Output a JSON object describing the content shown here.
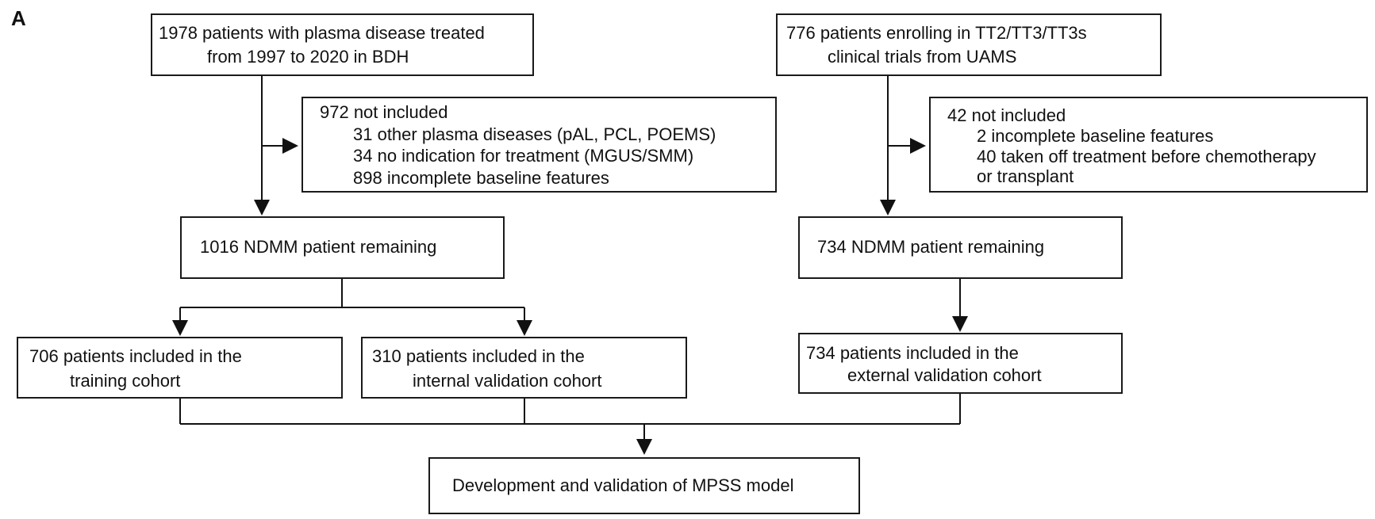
{
  "panel_label": "A",
  "left": {
    "source": [
      "1978 patients with plasma disease treated",
      "from 1997 to 2020  in BDH"
    ],
    "excluded": {
      "title": "972 not included",
      "items": [
        "31 other plasma diseases (pAL, PCL, POEMS)",
        "34 no indication  for treatment (MGUS/SMM)",
        "898 incomplete baseline features"
      ]
    },
    "remaining": "1016 NDMM  patient  remaining",
    "training": [
      "706 patients included  in the",
      "training  cohort"
    ],
    "internal": [
      "310 patients included  in the",
      "internal validation  cohort"
    ]
  },
  "right": {
    "source": [
      "776 patients enrolling  in TT2/TT3/TT3s",
      "clinical trials from UAMS"
    ],
    "excluded": {
      "title": "42 not included",
      "items": [
        "2 incomplete baseline features",
        "40 taken off treatment before chemotherapy",
        "or transplant"
      ]
    },
    "remaining": "734 NDMM  patient  remaining",
    "external": [
      "734  patients included in the",
      "external validation cohort"
    ]
  },
  "final": "Development and validation of MPSS model"
}
